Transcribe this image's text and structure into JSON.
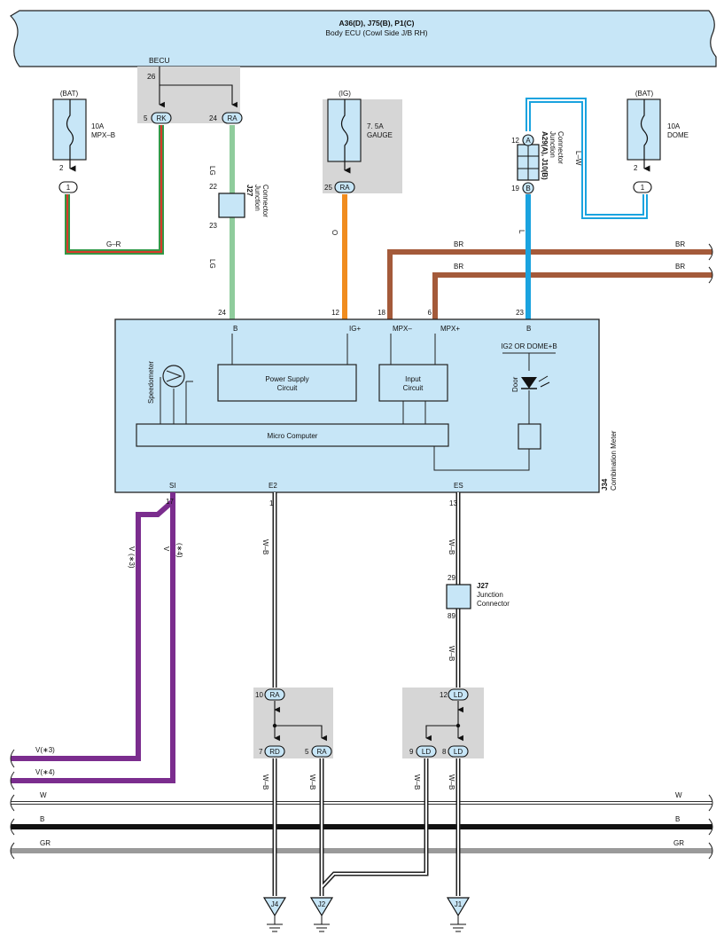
{
  "ecu": {
    "title": "A36(D), J75(B), P1(C)",
    "subtitle": "Body ECU (Cowl Side J/B RH)",
    "becu_label": "BECU",
    "becu_pin": "26"
  },
  "fuses": {
    "mpx": {
      "source": "(BAT)",
      "rating": "10A",
      "name": "MPX–B",
      "pin": "2",
      "connector": "1"
    },
    "gauge": {
      "source": "(IG)",
      "rating": "7. 5A",
      "name": "GAUGE",
      "pin": "25",
      "connector": "RA"
    },
    "dome": {
      "source": "(BAT)",
      "rating": "10A",
      "name": "DOME",
      "pin": "2",
      "connector": "1"
    }
  },
  "becu_terminals": [
    {
      "pin": "5",
      "connector": "RK"
    },
    {
      "pin": "24",
      "connector": "RA"
    }
  ],
  "junction_j27_top": {
    "code": "J27",
    "label1": "Junction",
    "label2": "Connector",
    "pin_top": "22",
    "pin_bottom": "23"
  },
  "junction_a29": {
    "code": "A29(A), J10(B)",
    "label1": "Junction",
    "label2": "Connector",
    "pin_top": "12",
    "conn_top": "A",
    "pin_bottom": "19",
    "conn_bottom": "B"
  },
  "junction_j27_bottom": {
    "code": "J27",
    "label1": "Junction",
    "label2": "Connector",
    "pin_top": "29",
    "pin_bottom": "89"
  },
  "wire_colors": {
    "g_r": "G–R",
    "lg": "LG",
    "o": "O",
    "br": "BR",
    "l": "L",
    "l_w": "L–W",
    "v": "V",
    "w_b": "W–B",
    "w": "W",
    "b": "B",
    "gr": "GR"
  },
  "meter": {
    "code": "J34",
    "name": "Combination Meter",
    "pins_top": [
      {
        "num": "24",
        "label": "B"
      },
      {
        "num": "12",
        "label": "IG+"
      },
      {
        "num": "18",
        "label": "MPX–"
      },
      {
        "num": "6",
        "label": "MPX+"
      },
      {
        "num": "23",
        "label": "B"
      }
    ],
    "pins_bottom": [
      {
        "num": "17",
        "label": "SI"
      },
      {
        "num": "1",
        "label": "E2"
      },
      {
        "num": "13",
        "label": "ES"
      }
    ],
    "power_supply_1": "Power Supply",
    "power_supply_2": "Circuit",
    "input_1": "Input",
    "input_2": "Circuit",
    "micro": "Micro Computer",
    "speedometer": "Speedometer",
    "ig2_label": "IG2 OR DOME+B",
    "door": "Door"
  },
  "v_notes": {
    "n3": "(∗3)",
    "n4": "(∗4)",
    "left3": "V(∗3)",
    "left4": "V(∗4)"
  },
  "ground_block_left": {
    "top": {
      "pin": "10",
      "connector": "RA"
    },
    "bottom_left": {
      "pin": "7",
      "connector": "RD"
    },
    "bottom_right": {
      "pin": "5",
      "connector": "RA"
    }
  },
  "ground_block_right": {
    "top": {
      "pin": "12",
      "connector": "LD"
    },
    "bottom_left": {
      "pin": "9",
      "connector": "LD"
    },
    "bottom_right": {
      "pin": "8",
      "connector": "LD"
    }
  },
  "grounds": [
    "J4",
    "J2",
    "J1"
  ],
  "colors": {
    "ecu_fill": "#c7e6f7",
    "gray_box": "#d6d6d6",
    "lg_wire": "#8fcc9c",
    "orange_wire": "#f08c1e",
    "brown_wire": "#a45a3a",
    "blue_wire": "#1aa3df",
    "purple_wire": "#7b2d8e",
    "red_wire": "#d83a2a",
    "green_wire": "#2e9a47",
    "black_wire": "#111111",
    "gray_wire": "#9a9a9a"
  }
}
